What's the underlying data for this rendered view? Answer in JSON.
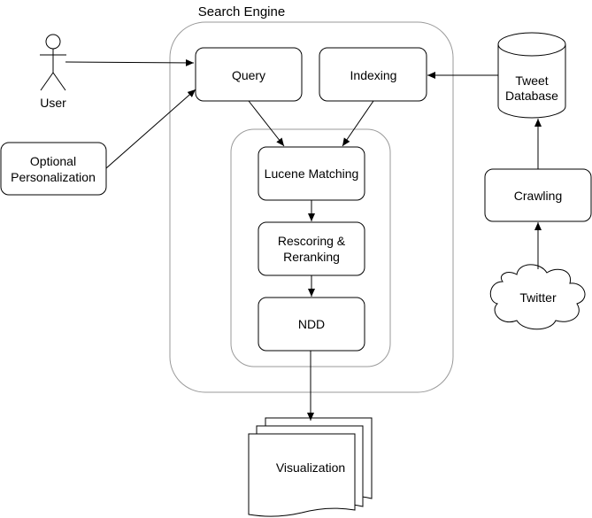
{
  "diagram": {
    "search_engine_title": "Search Engine",
    "user_label": "User",
    "optional_line1": "Optional",
    "optional_line2": "Personalization",
    "query_label": "Query",
    "indexing_label": "Indexing",
    "lucene_label": "Lucene Matching",
    "rescoring_line1": "Rescoring &",
    "rescoring_line2": "Reranking",
    "ndd_label": "NDD",
    "visualization_label": "Visualization",
    "tweet_db_line1": "Tweet",
    "tweet_db_line2": "Database",
    "crawling_label": "Crawling",
    "twitter_label": "Twitter"
  }
}
